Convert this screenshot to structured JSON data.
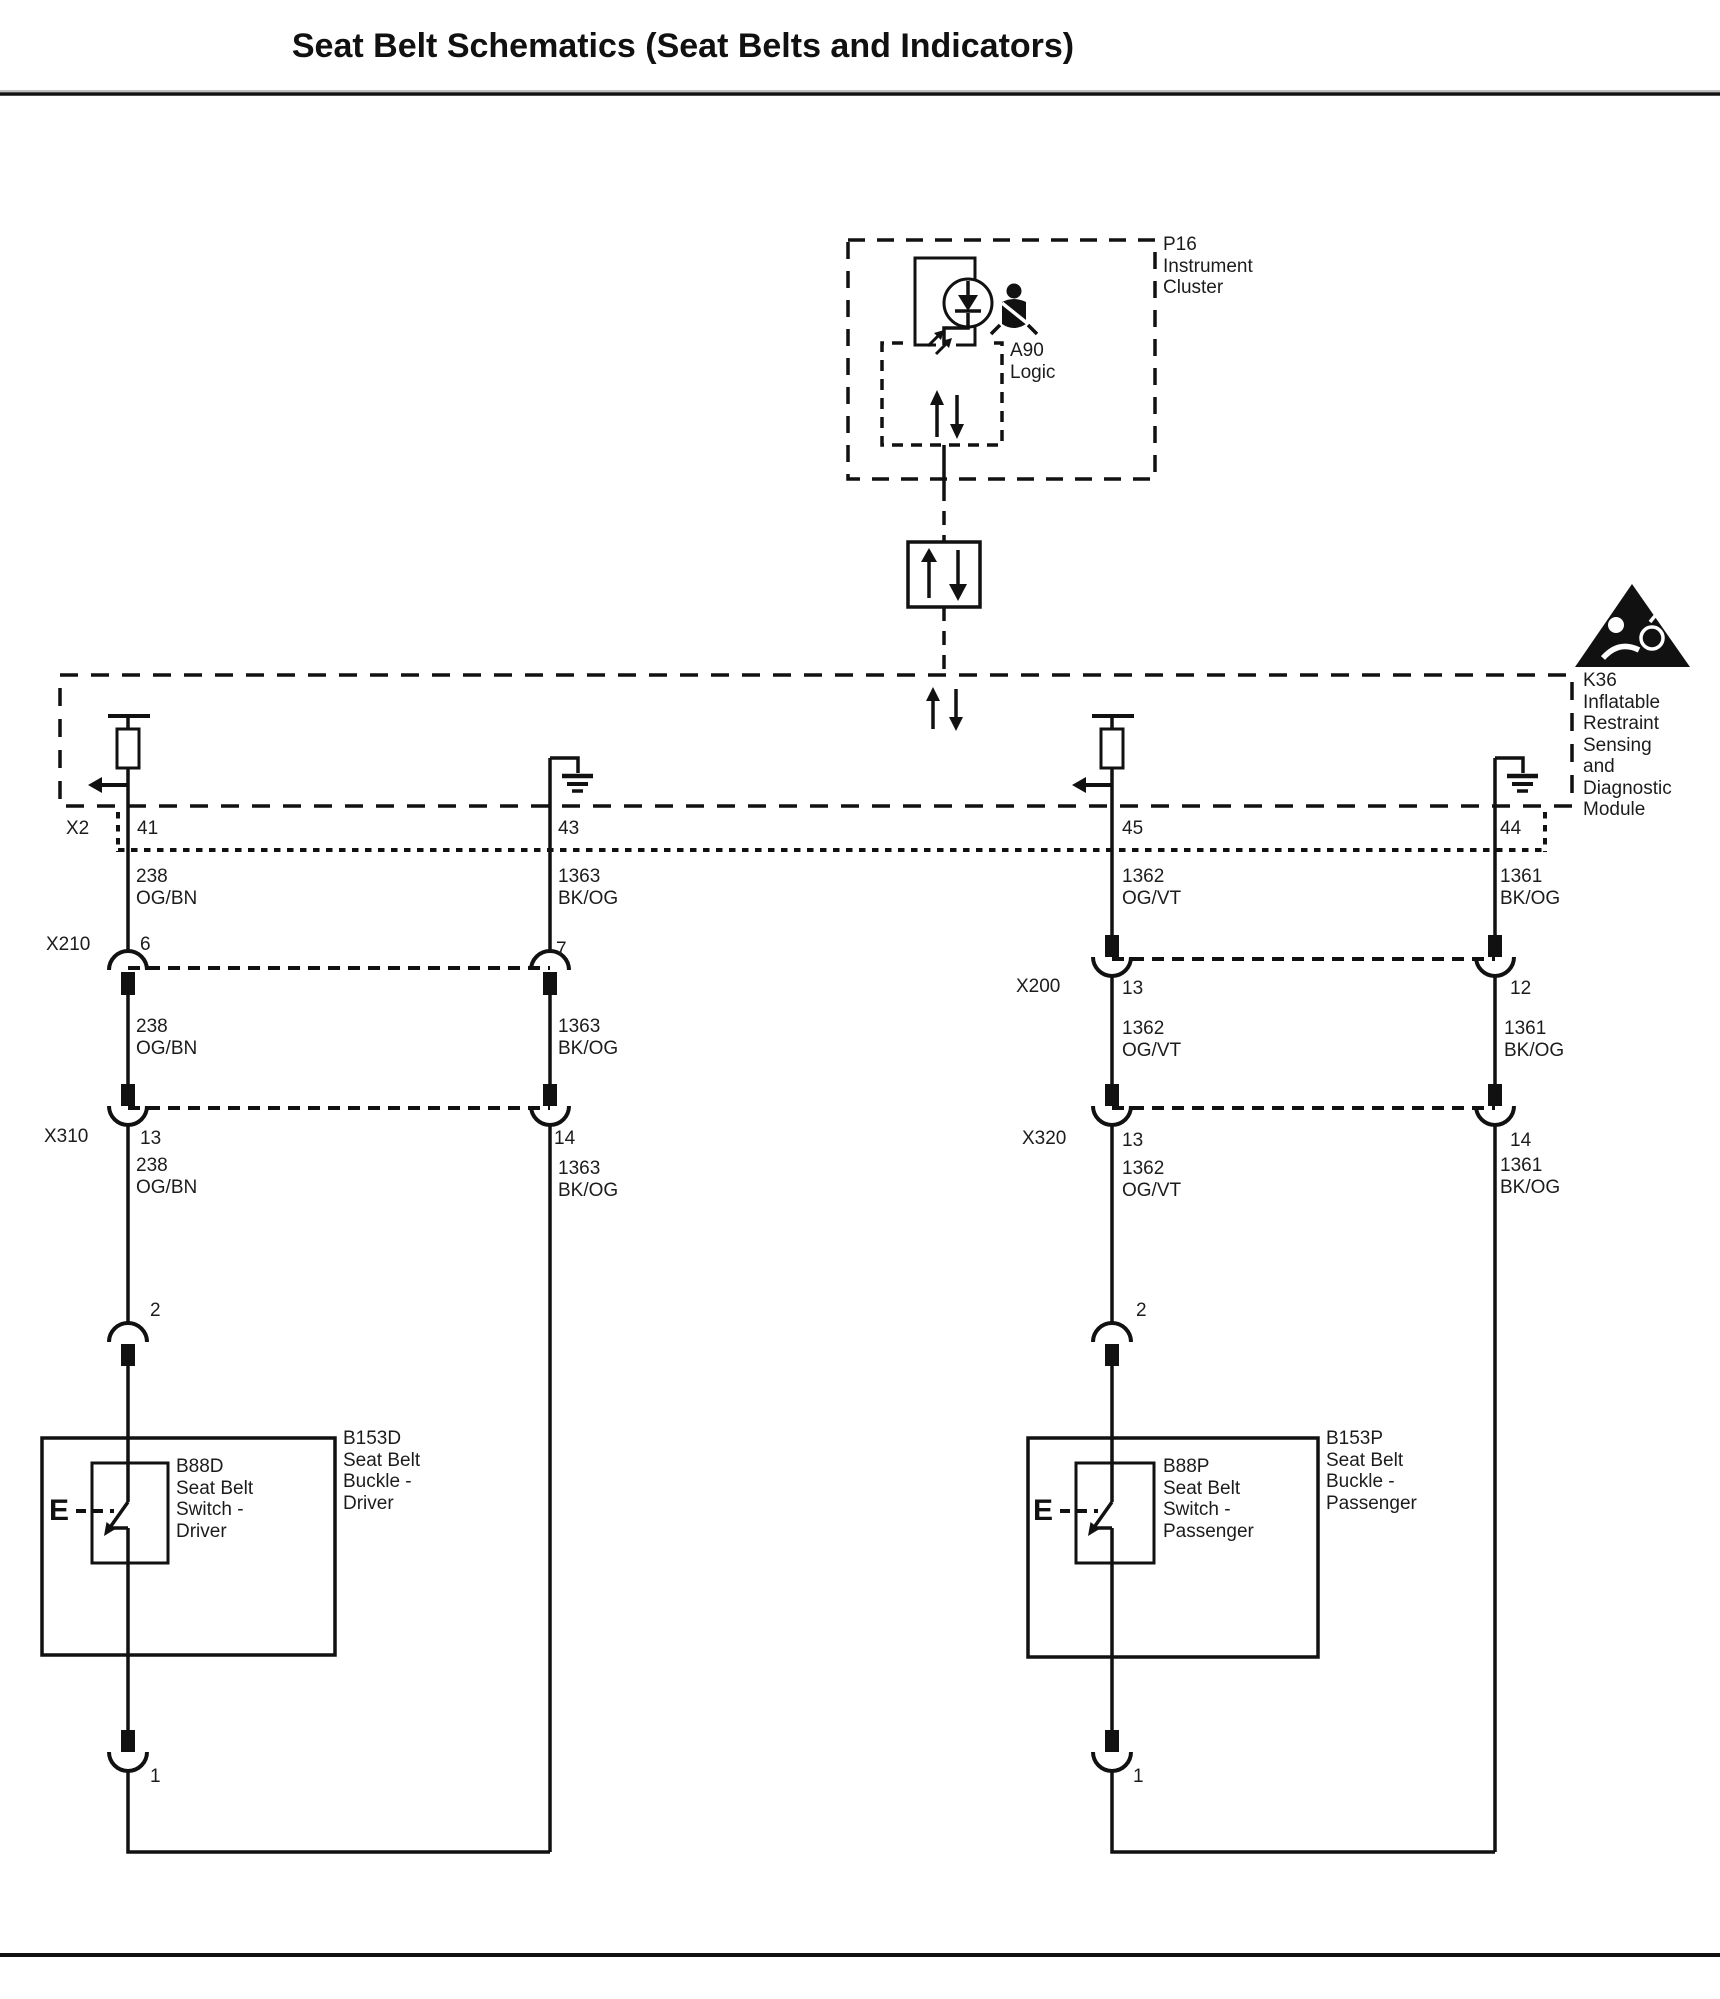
{
  "title": "Seat Belt Schematics (Seat Belts and Indicators)",
  "instrument_cluster": {
    "label": "P16\nInstrument\nCluster",
    "logic_label": "A90\nLogic"
  },
  "srs_module": {
    "label": "K36\nInflatable\nRestraint\nSensing\nand\nDiagnostic\nModule"
  },
  "connectors": {
    "x2": {
      "name": "X2",
      "pins": [
        "41",
        "43",
        "45",
        "44"
      ]
    },
    "x210": {
      "name": "X210",
      "pins": [
        "6",
        "7"
      ]
    },
    "x200": {
      "name": "X200",
      "pins": [
        "13",
        "12"
      ]
    },
    "x310": {
      "name": "X310",
      "pins": [
        "13",
        "14"
      ]
    },
    "x320": {
      "name": "X320",
      "pins": [
        "13",
        "14"
      ]
    }
  },
  "circuits": {
    "c238": "238\nOG/BN",
    "c1363": "1363\nBK/OG",
    "c1362": "1362\nOG/VT",
    "c1361": "1361\nBK/OG"
  },
  "driver": {
    "switch_label": "B88D\nSeat Belt\nSwitch -\nDriver",
    "buckle_label": "B153D\nSeat Belt\nBuckle -\nDriver",
    "pin_top": "2",
    "pin_bottom": "1",
    "actuator": "E"
  },
  "passenger": {
    "switch_label": "B88P\nSeat Belt\nSwitch -\nPassenger",
    "buckle_label": "B153P\nSeat Belt\nBuckle -\nPassenger",
    "pin_top": "2",
    "pin_bottom": "1",
    "actuator": "E"
  },
  "colors": {
    "ink": "#111111",
    "text": "#1c1c1c"
  }
}
